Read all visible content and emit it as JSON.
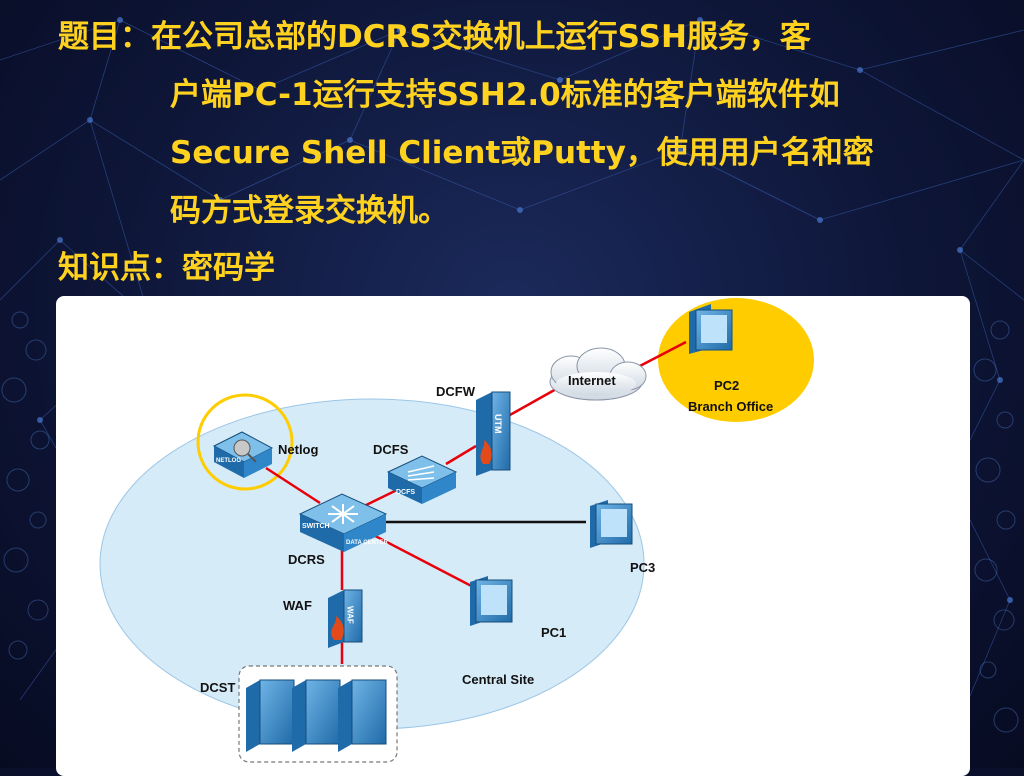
{
  "header": {
    "title_label": "题目：",
    "question_lines": [
      "在公司总部的DCRS交换机上运行SSH服务，客",
      "户端PC-1运行支持SSH2.0标准的客户端软件如",
      "Secure Shell Client或Putty，使用用户名和密",
      "码方式登录交换机。"
    ],
    "knowledge_label": "知识点：",
    "knowledge_value": "密码学"
  },
  "diagram": {
    "nodes": {
      "internet": "Internet",
      "dcfw": "DCFW",
      "pc2": "PC2",
      "branch": "Branch Office",
      "netlog": "Netlog",
      "dcfs": "DCFS",
      "dcrs": "DCRS",
      "pc3": "PC3",
      "waf": "WAF",
      "pc1": "PC1",
      "central": "Central Site",
      "dcst": "DCST"
    },
    "icon_text": {
      "utm": "UTM",
      "waf": "WAF",
      "dcfs": "DCFS",
      "netlog": "NETLOG",
      "switch": "SWITCH",
      "datacenter": "DATA CENTER"
    },
    "colors": {
      "link_red": "#e8000a",
      "link_black": "#111111",
      "highlight": "#ffcc00",
      "site_bg": "#d6ebf8",
      "device_blue": "#2f86c8"
    }
  }
}
